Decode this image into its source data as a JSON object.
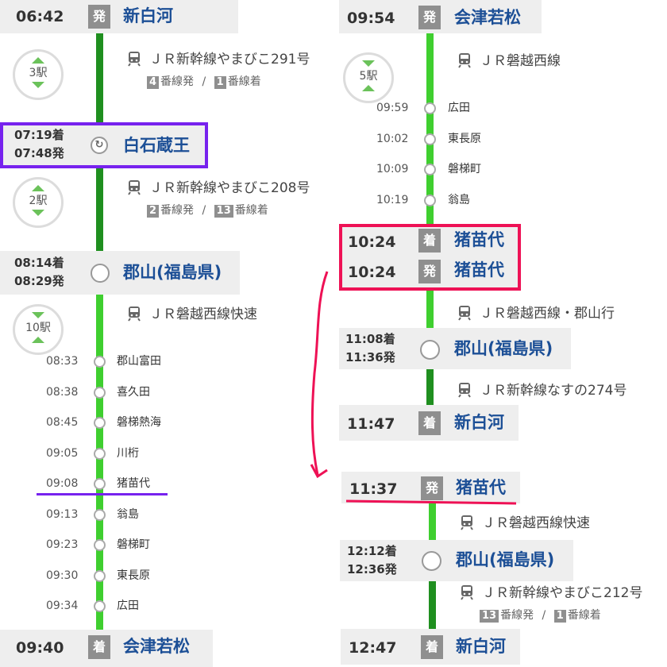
{
  "colors": {
    "line_dark": "#1f8f1f",
    "line_light": "#3fcf2f",
    "station": "#1c4f96",
    "badge": "#8f8f8f",
    "purple": "#7722ee",
    "red": "#ee1155"
  },
  "icons": {
    "train": "train-icon",
    "transfer": "transfer-icon",
    "up": "triangle-up-icon",
    "down": "triangle-down-icon"
  },
  "left": {
    "dep": {
      "time": "06:42",
      "badge": "発",
      "station": "新白河"
    },
    "seg1": {
      "count": "3駅",
      "train": "ＪＲ新幹線やまびこ291号",
      "plat_dep": "4",
      "plat_dep_suffix": "番線発",
      "sep": "/",
      "plat_arr": "1",
      "plat_arr_suffix": "番線着"
    },
    "transfer1": {
      "arr": "07:19着",
      "dep": "07:48発",
      "station": "白石蔵王"
    },
    "seg2": {
      "count": "2駅",
      "train": "ＪＲ新幹線やまびこ208号",
      "plat_dep": "2",
      "plat_dep_suffix": "番線発",
      "sep": "/",
      "plat_arr": "13",
      "plat_arr_suffix": "番線着"
    },
    "transfer2": {
      "arr": "08:14着",
      "dep": "08:29発",
      "station": "郡山(福島県)"
    },
    "seg3": {
      "count": "10駅",
      "train": "ＪＲ磐越西線快速"
    },
    "stops": [
      {
        "time": "08:33",
        "name": "郡山富田"
      },
      {
        "time": "08:38",
        "name": "喜久田"
      },
      {
        "time": "08:45",
        "name": "磐梯熱海"
      },
      {
        "time": "09:05",
        "name": "川桁"
      },
      {
        "time": "09:08",
        "name": "猪苗代"
      },
      {
        "time": "09:13",
        "name": "翁島"
      },
      {
        "time": "09:23",
        "name": "磐梯町"
      },
      {
        "time": "09:30",
        "name": "東長原"
      },
      {
        "time": "09:34",
        "name": "広田"
      }
    ],
    "arr": {
      "time": "09:40",
      "badge": "着",
      "station": "会津若松"
    }
  },
  "right": {
    "dep": {
      "time": "09:54",
      "badge": "発",
      "station": "会津若松"
    },
    "seg1": {
      "count": "5駅",
      "train": "ＪＲ磐越西線"
    },
    "stops": [
      {
        "time": "09:59",
        "name": "広田"
      },
      {
        "time": "10:02",
        "name": "東長原"
      },
      {
        "time": "10:09",
        "name": "磐梯町"
      },
      {
        "time": "10:19",
        "name": "翁島"
      }
    ],
    "inawashiro_arr": {
      "time": "10:24",
      "badge": "着",
      "station": "猪苗代"
    },
    "inawashiro_dep": {
      "time": "10:24",
      "badge": "発",
      "station": "猪苗代"
    },
    "seg2": {
      "train": "ＪＲ磐越西線・郡山行"
    },
    "transfer1": {
      "arr": "11:08着",
      "dep": "11:36発",
      "station": "郡山(福島県)"
    },
    "seg3": {
      "train": "ＪＲ新幹線なすの274号"
    },
    "arr1": {
      "time": "11:47",
      "badge": "着",
      "station": "新白河"
    },
    "dep2": {
      "time": "11:37",
      "badge": "発",
      "station": "猪苗代"
    },
    "seg4": {
      "train": "ＪＲ磐越西線快速"
    },
    "transfer2": {
      "arr": "12:12着",
      "dep": "12:36発",
      "station": "郡山(福島県)"
    },
    "seg5": {
      "train": "ＪＲ新幹線やまびこ212号",
      "plat_dep": "13",
      "plat_dep_suffix": "番線発",
      "sep": "/",
      "plat_arr": "1",
      "plat_arr_suffix": "番線着"
    },
    "arr2": {
      "time": "12:47",
      "badge": "着",
      "station": "新白河"
    }
  }
}
